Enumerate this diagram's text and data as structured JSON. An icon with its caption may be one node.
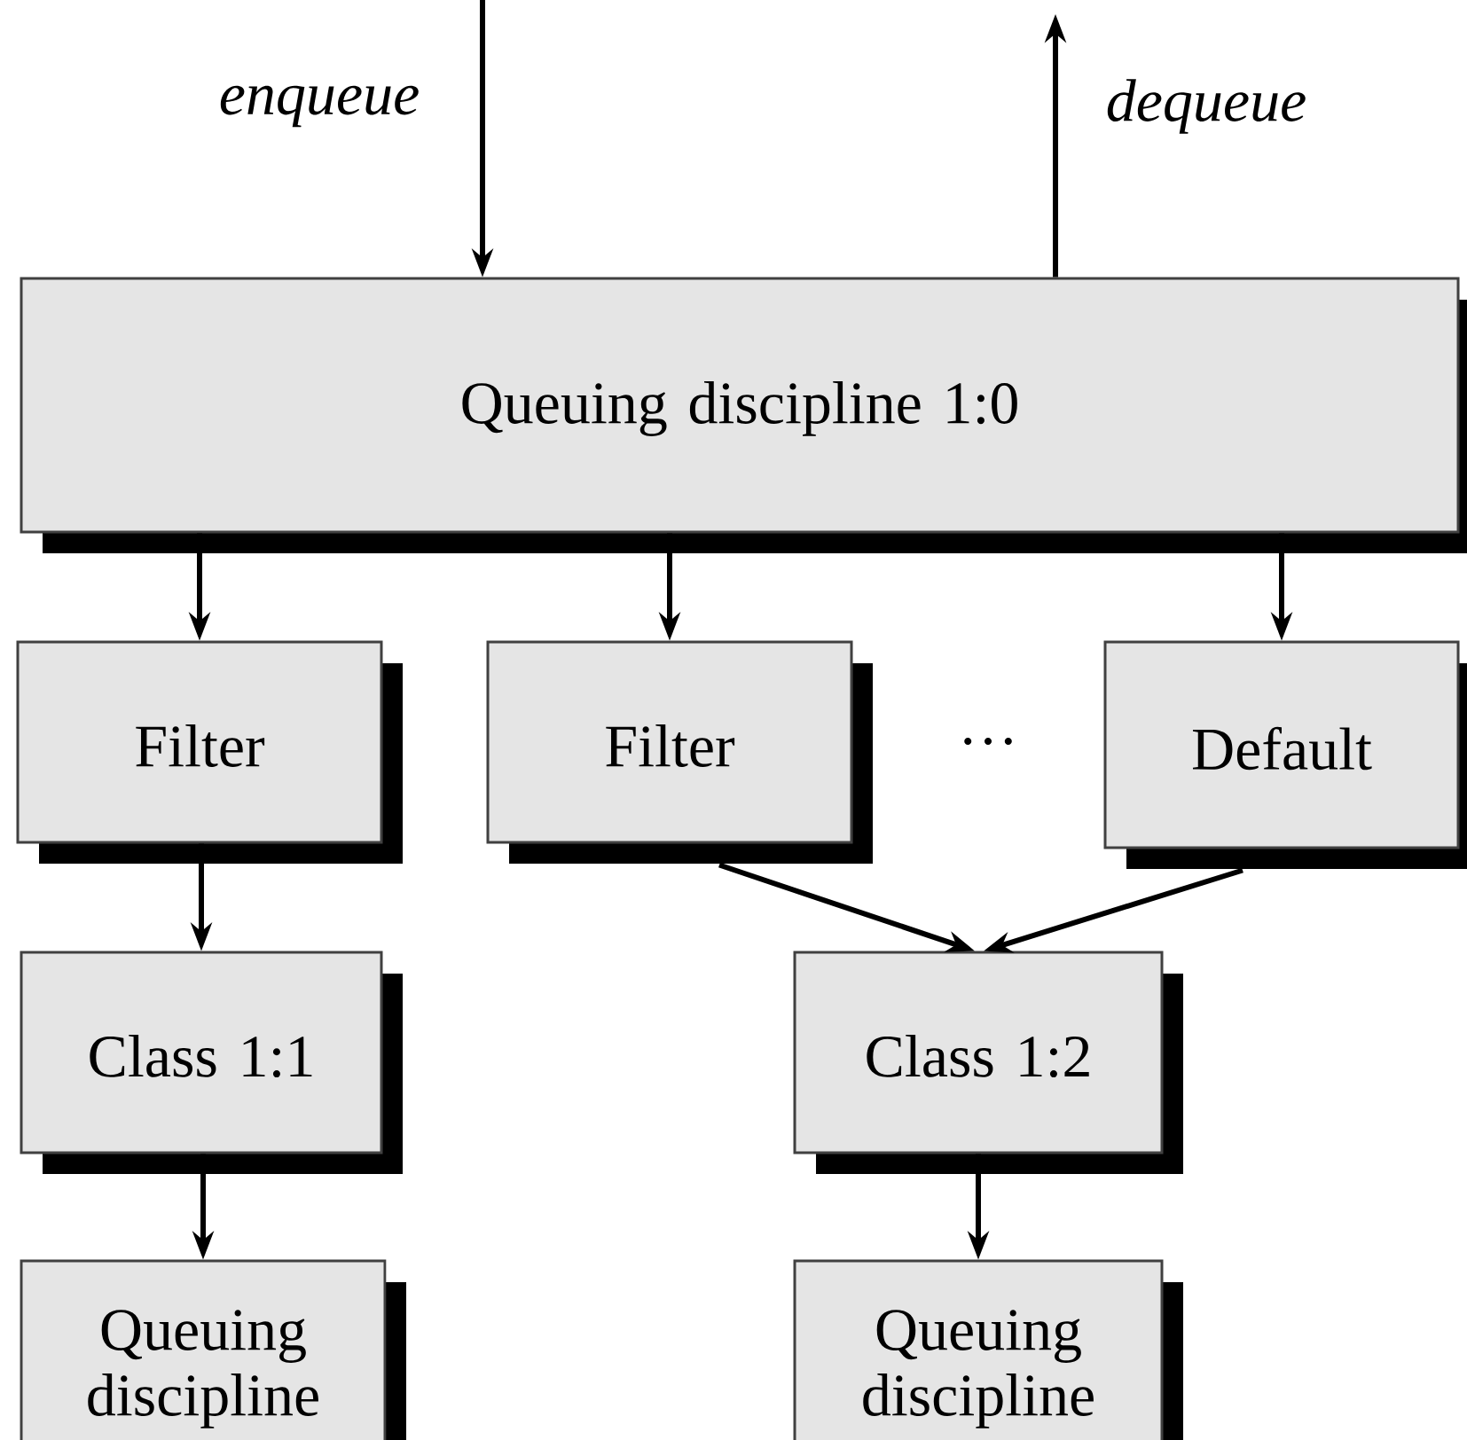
{
  "diagram": {
    "nodes": [
      {
        "text": [
          "Queuing discipline 1:0"
        ]
      },
      {
        "text": [
          "Filter"
        ]
      },
      {
        "text": [
          "Filter"
        ]
      },
      {
        "text": [
          "Default"
        ]
      },
      {
        "text": [
          "Class 1:1"
        ]
      },
      {
        "text": [
          "Class 1:2"
        ]
      },
      {
        "text": [
          "Queuing discipline"
        ]
      },
      {
        "text": [
          "Queuing discipline"
        ]
      }
    ],
    "edges": [
      {
        "from": null,
        "to": 0,
        "arrow": "to",
        "label": "enqueue"
      },
      {
        "from": 0,
        "to": null,
        "arrow": "to",
        "label": "dequeue"
      },
      {
        "from": 0,
        "to": 1,
        "arrow": "to"
      },
      {
        "from": 0,
        "to": 2,
        "arrow": "to"
      },
      {
        "from": 0,
        "to": 3,
        "arrow": "to"
      },
      {
        "from": 1,
        "to": 4,
        "arrow": "to"
      },
      {
        "from": 2,
        "to": 5,
        "arrow": "to"
      },
      {
        "from": 3,
        "to": 5,
        "arrow": "to"
      },
      {
        "from": 4,
        "to": 6,
        "arrow": "to"
      },
      {
        "from": 5,
        "to": 7,
        "arrow": "to"
      }
    ],
    "labels": [
      "…"
    ]
  }
}
